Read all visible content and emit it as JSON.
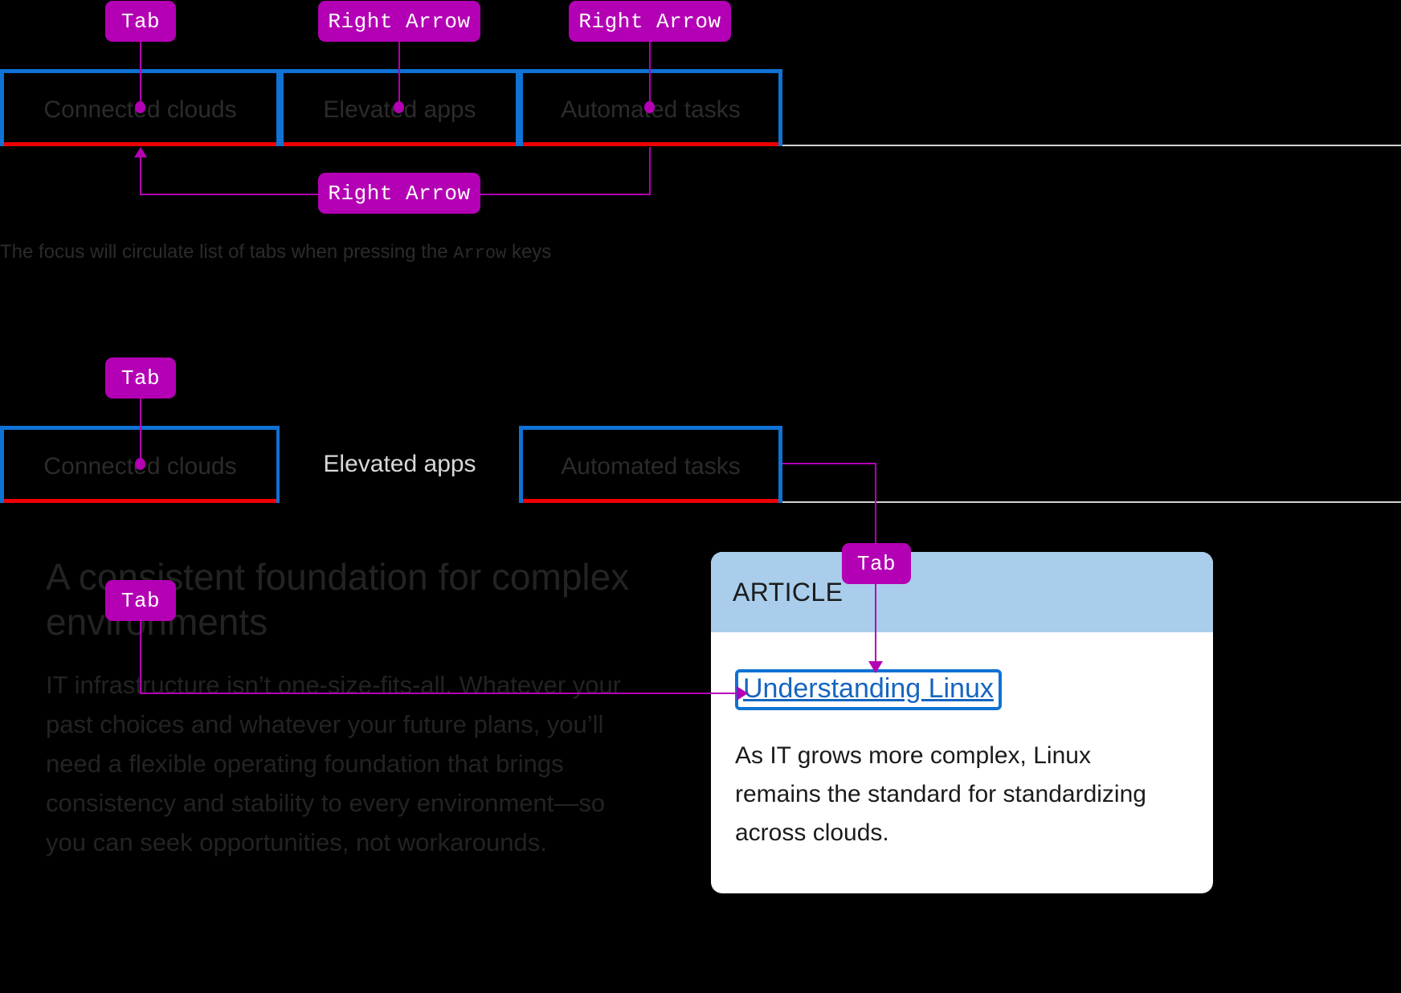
{
  "colors": {
    "background": "#000000",
    "annotation": "#b400b4",
    "focus_ring": "#0f72d4",
    "active_tab_underline": "#ee0000",
    "strip_rule": "#d2d2d0",
    "card_header": "#a9cdeb",
    "card_link": "#1565c0",
    "muted_text": "#2b2b2b"
  },
  "section_one": {
    "name": "arrow-key-tab-cycling",
    "tabs": [
      {
        "label": "Connected clouds",
        "focused": true,
        "active": true
      },
      {
        "label": "Elevated apps",
        "focused": true,
        "active": true
      },
      {
        "label": "Automated tasks",
        "focused": true,
        "active": true
      }
    ],
    "annotations": [
      {
        "key": "Tab",
        "target": "Connected clouds"
      },
      {
        "key": "Right Arrow",
        "target": "Elevated apps"
      },
      {
        "key": "Right Arrow",
        "target": "Automated tasks"
      },
      {
        "key": "Right Arrow",
        "target": "Connected clouds (wrap around)"
      }
    ],
    "caption_before": "The focus will circulate list of tabs when pressing the ",
    "caption_key": "Arrow",
    "caption_after": " keys"
  },
  "section_two": {
    "name": "tab-key-into-panel",
    "tabs": [
      {
        "label": "Connected clouds",
        "focused": true,
        "active": true
      },
      {
        "label": "Elevated apps",
        "focused": false,
        "active": false
      },
      {
        "label": "Automated tasks",
        "focused": true,
        "active": true
      }
    ],
    "annotations": [
      {
        "key": "Tab",
        "target": "Connected clouds"
      },
      {
        "key": "Tab",
        "target": "panel body link"
      },
      {
        "key": "Tab",
        "target": "article card link"
      }
    ],
    "panel": {
      "heading": "A consistent foundation for complex environments",
      "paragraph": "IT infrastructure isn’t one-size-fits-all. Whatever your past choices and whatever your future plans, you’ll need a flexible operating foundation that brings consistency and stability to every environment—so you can seek opportunities, not workarounds."
    },
    "card": {
      "eyebrow": "ARTICLE",
      "link": "Understanding Linux",
      "text": "As IT grows more complex, Linux remains the standard for standardizing across clouds."
    }
  }
}
